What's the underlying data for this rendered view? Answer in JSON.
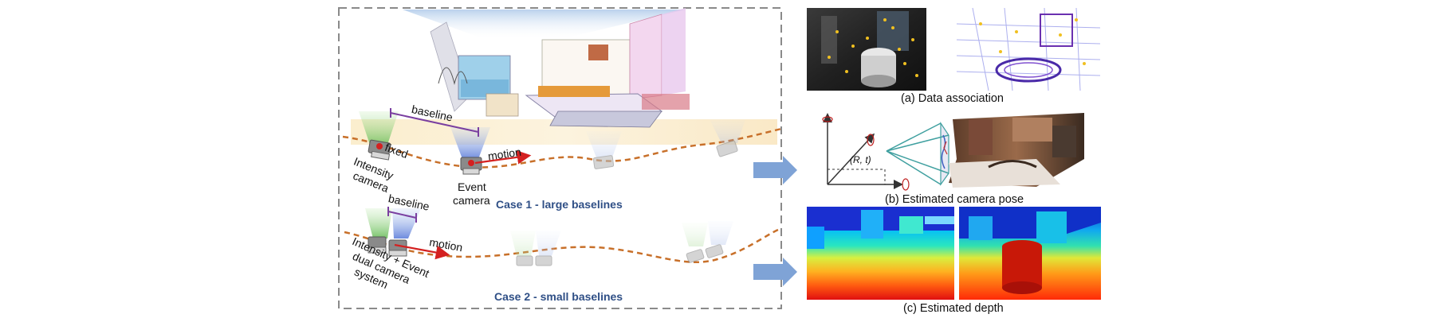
{
  "left_panel": {
    "case1": {
      "baseline": "baseline",
      "fixed": "fixed",
      "motion": "motion",
      "intensity_camera": [
        "Intensity",
        "camera"
      ],
      "event_camera": [
        "Event",
        "camera"
      ],
      "title": "Case 1 - large baselines"
    },
    "case2": {
      "baseline": "baseline",
      "motion": "motion",
      "dual_system": [
        "Intensity + Event",
        "dual camera",
        "system"
      ],
      "title": "Case 2 - small baselines"
    }
  },
  "right_panel": {
    "a_caption": "(a) Data association",
    "b_caption": "(b) Estimated camera pose",
    "b_pose_label": "(R, t)",
    "c_caption": "(c) Estimated depth"
  },
  "colors": {
    "trajectory": "#c8702a",
    "baseline": "#7a3fa0",
    "motion": "#d42020",
    "case_title": "#2f4f86",
    "arrow": "#7fa3d6"
  }
}
